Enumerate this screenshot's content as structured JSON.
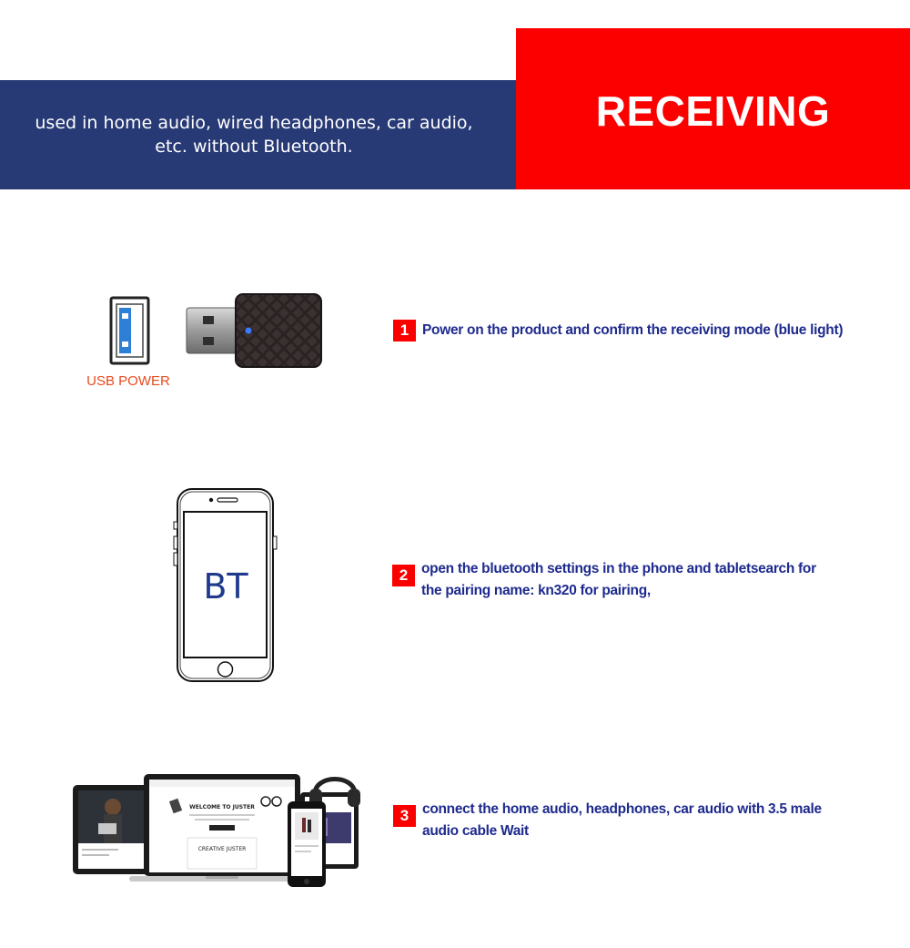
{
  "banner": {
    "description_line1": "used in home audio, wired headphones, car audio,",
    "description_line2": "etc. without Bluetooth.",
    "title": "RECEIVING"
  },
  "steps": [
    {
      "number": "1",
      "text": "Power on the product and confirm the receiving mode (blue light)"
    },
    {
      "number": "2",
      "text_line1": "open the bluetooth settings in the phone and tabletsearch for",
      "text_line2": "the pairing name: kn320 for pairing,"
    },
    {
      "number": "3",
      "text_line1": "connect the home audio, headphones, car audio with 3.5 male",
      "text_line2": "audio cable Wait"
    }
  ],
  "usb": {
    "caption": "USB POWER"
  },
  "phone": {
    "screen_text": "BT"
  },
  "devices": {
    "laptop_heading": "WELCOME TO JUSTER",
    "laptop_subheading": "CREATIVE JUSTER"
  },
  "colors": {
    "blue_banner": "#283a75",
    "red_banner": "#fc0000",
    "step_text": "#1e2a8e",
    "usb_caption": "#e84a1e"
  },
  "icons": [
    "usb-port-icon",
    "bluetooth-dongle-icon",
    "smartphone-icon",
    "devices-collage-icon"
  ]
}
